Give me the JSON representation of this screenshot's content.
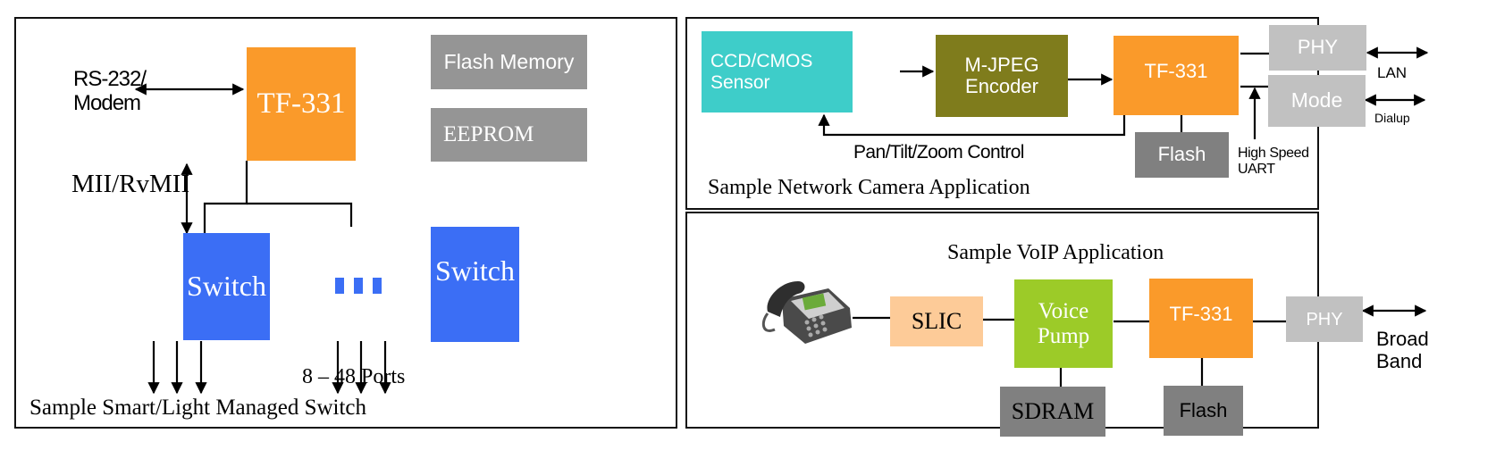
{
  "colors": {
    "tf331": "#fa9a2a",
    "memory_gray": "#959595",
    "switch_blue": "#3b6ef5",
    "sensor_cyan": "#3ecdc9",
    "encoder_olive": "#7f7c1c",
    "phy_light_gray": "#c1c1c1",
    "flash_dark_gray": "#808080",
    "slic_peach": "#fdcb98",
    "voice_green": "#9ccb28"
  },
  "switch_panel": {
    "caption": "Sample Smart/Light Managed Switch",
    "cpu": "TF-331",
    "flash": "Flash Memory",
    "eeprom": "EEPROM",
    "serial_label_line1": "RS-232/",
    "serial_label_line2": "Modem",
    "mii_label": "MII/RvMII",
    "switch_left": "Switch",
    "switch_right": "Switch",
    "ports_label": "8 – 48 Ports"
  },
  "camera_panel": {
    "caption": "Sample Network Camera Application",
    "sensor_line1": "CCD/CMOS",
    "sensor_line2": "Sensor",
    "encoder_line1": "M-JPEG",
    "encoder_line2": "Encoder",
    "cpu": "TF-331",
    "phy": "PHY",
    "modem": "Mode",
    "flash": "Flash",
    "ptz_label": "Pan/Tilt/Zoom Control",
    "uart_line1": "High Speed",
    "uart_line2": "UART",
    "lan_label": "LAN",
    "dialup_label": "Dialup"
  },
  "voip_panel": {
    "caption": "Sample VoIP Application",
    "phone": "desk-phone-icon",
    "slic": "SLIC",
    "voice_line1": "Voice",
    "voice_line2": "Pump",
    "sdram": "SDRAM",
    "cpu": "TF-331",
    "flash": "Flash",
    "phy": "PHY",
    "broadband_line1": "Broad",
    "broadband_line2": "Band"
  }
}
